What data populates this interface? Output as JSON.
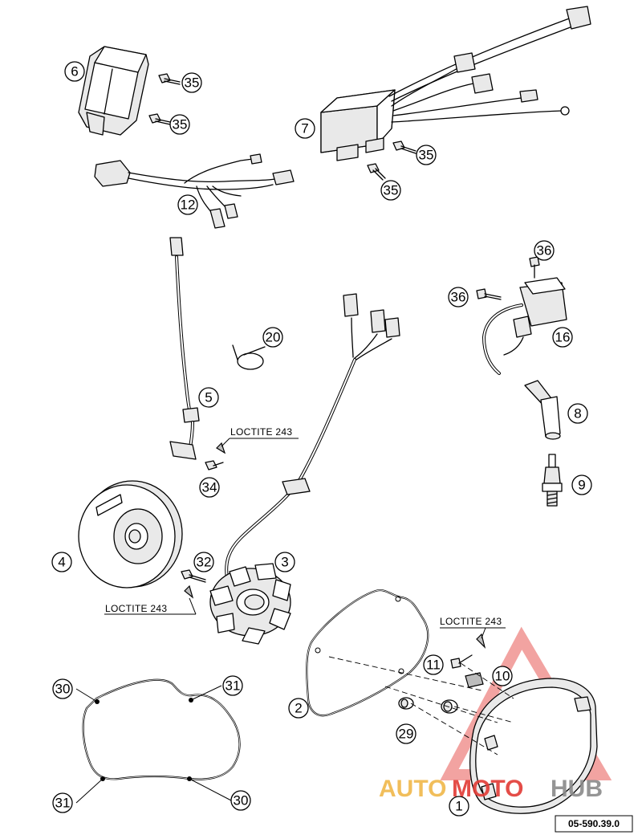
{
  "callouts": {
    "c1": "1",
    "c2": "2",
    "c3": "3",
    "c4": "4",
    "c5": "5",
    "c6": "6",
    "c7": "7",
    "c8": "8",
    "c9": "9",
    "c10": "10",
    "c11": "11",
    "c12": "12",
    "c16": "16",
    "c20": "20",
    "c29": "29",
    "c30a": "30",
    "c30b": "30",
    "c31a": "31",
    "c31b": "31",
    "c32": "32",
    "c34": "34",
    "c35a": "35",
    "c35b": "35",
    "c35c": "35",
    "c35d": "35",
    "c36a": "36",
    "c36b": "36"
  },
  "labels": {
    "loctite_1": "LOCTITE 243",
    "loctite_2": "LOCTITE 243",
    "loctite_3": "LOCTITE 243"
  },
  "reference_code": "05-590.39.0",
  "watermark": {
    "auto": "AUTO",
    "moto": "MOTO",
    "hub": "HUB",
    "colors": {
      "auto": "#f0b84a",
      "moto": "#e23a35",
      "hub": "#8a8a8a"
    }
  }
}
